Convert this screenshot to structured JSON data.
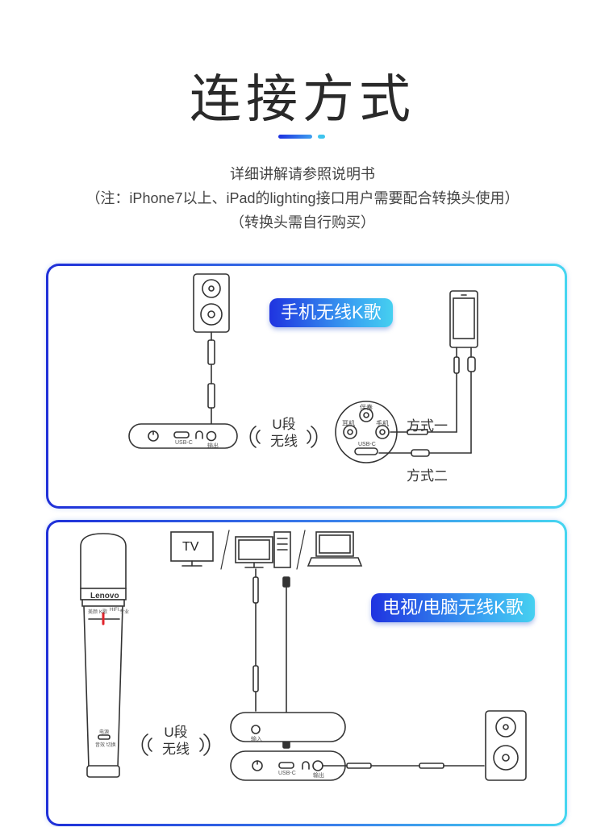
{
  "page": {
    "title": "连接方式",
    "intro": [
      "详细讲解请参照说明书",
      "（注：iPhone7以上、iPad的lighting接口用户需要配合转换头使用）",
      "（转换头需自行购买）"
    ]
  },
  "panel_phone": {
    "heading": "手机无线K歌",
    "wireless_line1": "U段",
    "wireless_line2": "无线",
    "method1": "方式一",
    "method2": "方式二",
    "receiver_usb": "USB-C",
    "receiver_out": "输出",
    "disc_top": "伴奏",
    "disc_left": "耳机",
    "disc_right": "手机",
    "disc_usb": "USB-C"
  },
  "panel_tv": {
    "heading": "电视/电脑无线K歌",
    "wireless_line1": "U段",
    "wireless_line2": "无线",
    "tv_label": "TV",
    "brand": "Lenovo",
    "mic_band": [
      "美颜",
      "K歌",
      "HIFI",
      "专业"
    ],
    "mic_switch_top": "电源",
    "mic_switch_bottom": "音效 切换",
    "box_in": "输入",
    "receiver_usb": "USB-C",
    "receiver_out": "输出"
  }
}
